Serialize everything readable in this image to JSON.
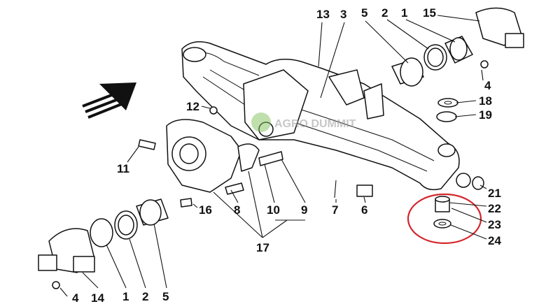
{
  "diagram": {
    "labels": [
      "13",
      "3",
      "5",
      "2",
      "1",
      "15",
      "4",
      "18",
      "19",
      "12",
      "11",
      "16",
      "8",
      "10",
      "9",
      "7",
      "6",
      "17",
      "21",
      "22",
      "23",
      "24",
      "1",
      "2",
      "5",
      "4",
      "14"
    ],
    "watermark": "AGRO DUMMIT",
    "highlight_color": "#d4262c"
  }
}
